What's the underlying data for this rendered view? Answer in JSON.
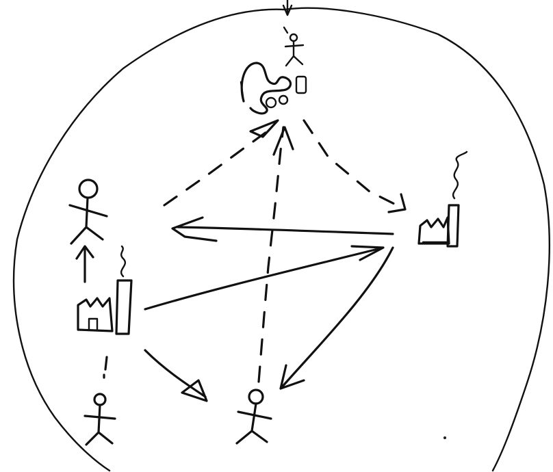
{
  "diagram": {
    "type": "hand-drawn sketch",
    "background_color": "#ffffff",
    "ink_color": "#111111",
    "nodes": [
      {
        "id": "top-person-with-landscape",
        "icons": [
          "stick-figure-icon",
          "island-map-icon"
        ]
      },
      {
        "id": "left-person",
        "icons": [
          "stick-figure-icon"
        ]
      },
      {
        "id": "left-factory",
        "icons": [
          "factory-icon",
          "smoke-icon"
        ]
      },
      {
        "id": "right-factory",
        "icons": [
          "factory-icon",
          "smoke-icon"
        ]
      },
      {
        "id": "bottom-center-person",
        "icons": [
          "stick-figure-icon"
        ]
      },
      {
        "id": "bottom-left-person",
        "icons": [
          "stick-figure-icon"
        ]
      }
    ],
    "connections": [
      {
        "from": "left-factory",
        "to": "right-factory",
        "style": "solid"
      },
      {
        "from": "right-factory",
        "to": "left-person",
        "style": "solid"
      },
      {
        "from": "bottom-center-person",
        "to": "top-person-with-landscape",
        "style": "dashed"
      },
      {
        "from": "left-person",
        "to": "top-person-with-landscape",
        "style": "dashed"
      },
      {
        "from": "top-person-with-landscape",
        "to": "right-factory",
        "style": "dashed"
      },
      {
        "from": "right-factory",
        "to": "bottom-center-person",
        "style": "solid"
      },
      {
        "from": "left-factory",
        "to": "bottom-center-person",
        "style": "solid"
      },
      {
        "from": "left-factory",
        "to": "left-person",
        "style": "solid"
      },
      {
        "from": "left-factory",
        "to": "bottom-left-person",
        "style": "dashed"
      }
    ]
  }
}
